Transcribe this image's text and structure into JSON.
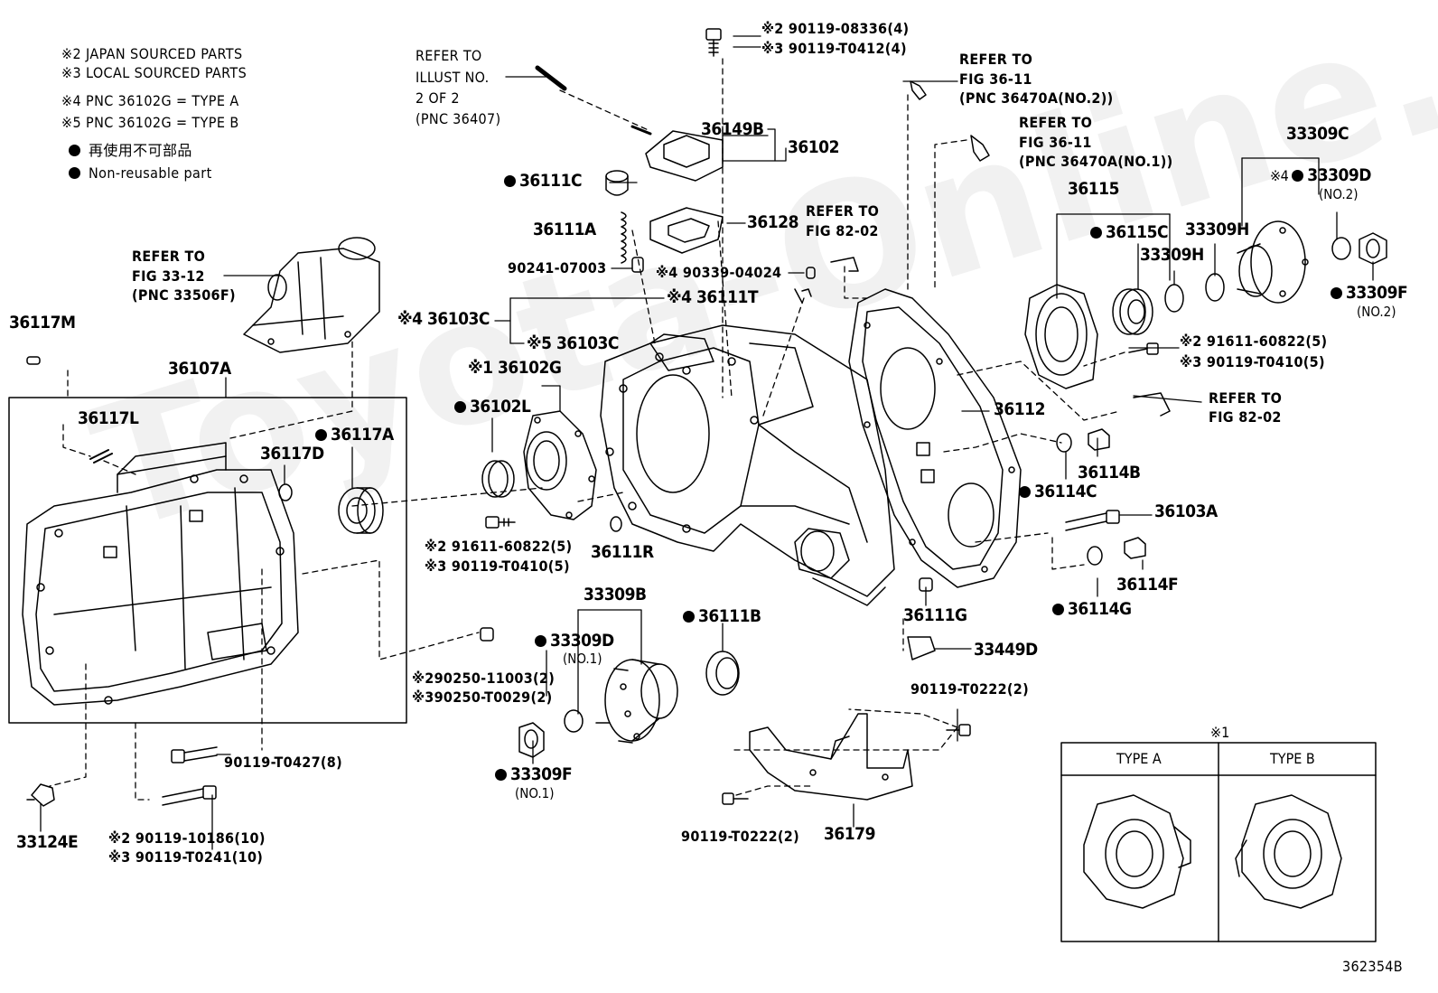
{
  "legend": {
    "note2": "※2 JAPAN SOURCED PARTS",
    "note3": "※3 LOCAL SOURCED PARTS",
    "note4": "※4 PNC 36102G = TYPE A",
    "note5": "※5 PNC 36102G = TYPE B",
    "nonreusable_jp": "再使用不可部品",
    "nonreusable_en": "Non-reusable part"
  },
  "refs": {
    "illust": [
      "REFER TO",
      "ILLUST NO.",
      "2 OF 2",
      "(PNC 36407)"
    ],
    "fig3612": [
      "REFER  TO",
      "FIG  33-12",
      "(PNC  33506F)"
    ],
    "fig3611a": [
      "REFER  TO",
      "FIG  36-11",
      "(PNC  36470A(NO.2))"
    ],
    "fig3611b": [
      "REFER  TO",
      "FIG  36-11",
      "(PNC  36470A(NO.1))"
    ],
    "fig8202a": [
      "REFER  TO",
      "FIG  82-02"
    ],
    "fig8202b": [
      "REFER  TO",
      "FIG  82-02"
    ]
  },
  "parts": {
    "p90119_08336": "※2 90119-08336(4)",
    "p90119_T0412": "※3 90119-T0412(4)",
    "p36149B": "36149B",
    "p36102": "36102",
    "p36111C": "36111C",
    "p36111A": "36111A",
    "p36128": "36128",
    "p90241": "90241-07003",
    "p90339": "※4 90339-04024",
    "p36111T": "※4 36111T",
    "p36103C_4": "※4 36103C",
    "p36103C_5": "※5 36103C",
    "p36117M": "36117M",
    "p36107A": "36107A",
    "p36117L": "36117L",
    "p36117D": "36117D",
    "p36117A": "36117A",
    "p36102G": "※1 36102G",
    "p36102L": "36102L",
    "p91611_a": "※2 91611-60822(5)",
    "p90119_T0410_a": "※3 90119-T0410(5)",
    "p36111R": "36111R",
    "p33309B": "33309B",
    "p33309D_1": "33309D",
    "no1_a": "(NO.1)",
    "p36111B": "36111B",
    "p90250_11003": "※290250-11003(2)",
    "p90250_T0029": "※390250-T0029(2)",
    "p33309F_1": "33309F",
    "no1_b": "(NO.1)",
    "p90119_T0427": "90119-T0427(8)",
    "p90119_10186": "※2 90119-10186(10)",
    "p90119_T0241": "※3 90119-T0241(10)",
    "p33124E": "33124E",
    "p90119_T0222_b": "90119-T0222(2)",
    "p36179": "36179",
    "p90119_T0222_a": "90119-T0222(2)",
    "p33449D": "33449D",
    "p36111G": "36111G",
    "p36112": "36112",
    "p36115": "36115",
    "p36115C": "36115C",
    "p33309H_a": "33309H",
    "p33309H_b": "33309H",
    "p33309C": "33309C",
    "p33309D_2": "33309D",
    "no2_a": "(NO.2)",
    "p33309F_2": "33309F",
    "no2_b": "(NO.2)",
    "p91611_b": "※2 91611-60822(5)",
    "p90119_T0410_b": "※3 90119-T0410(5)",
    "p36114B": "36114B",
    "p36114C": "36114C",
    "p36103A": "36103A",
    "p36114F": "36114F",
    "p36114G": "36114G"
  },
  "typebox": {
    "header": "※1",
    "type_a": "TYPE A",
    "type_b": "TYPE B"
  },
  "footer_code": "362354B",
  "watermark": "Toyota-Online.ru"
}
